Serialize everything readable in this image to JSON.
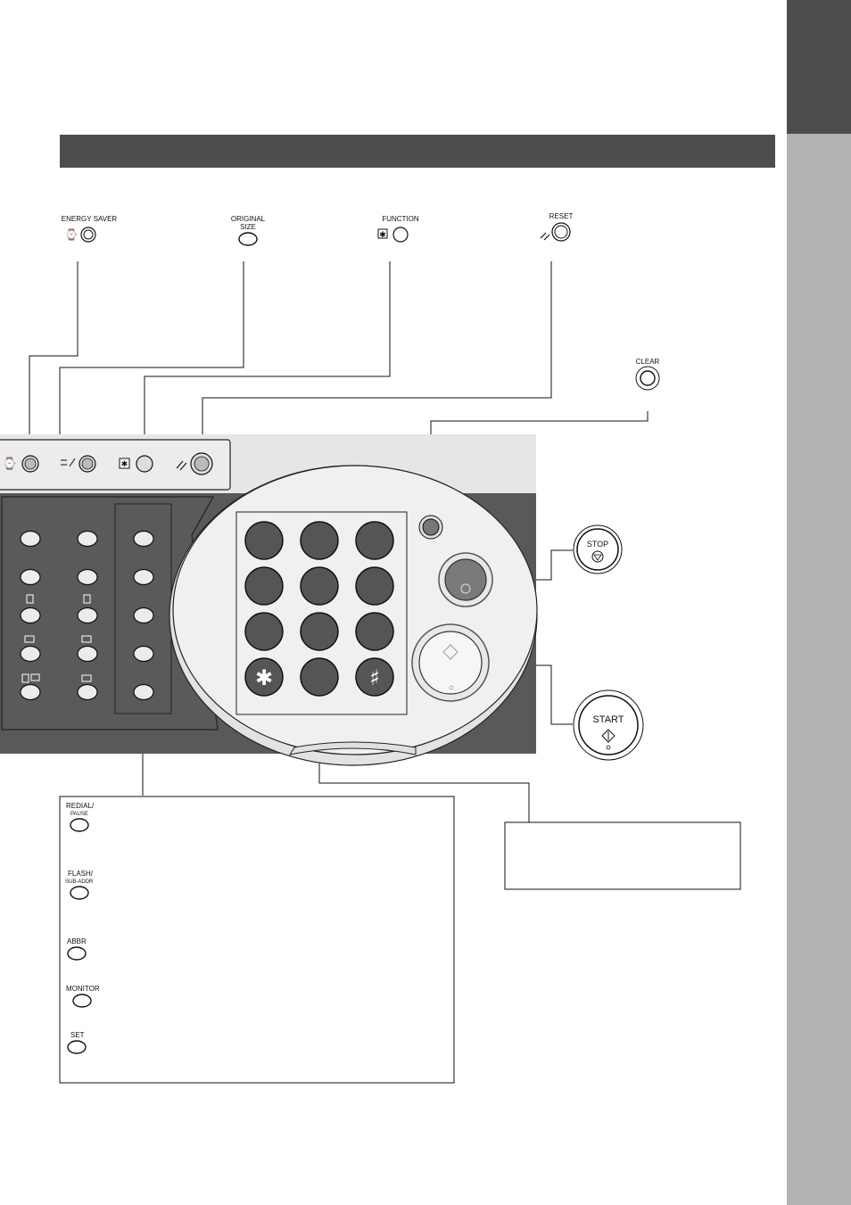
{
  "top_labels": {
    "energy_saver": "ENERGY SAVER",
    "original_size_line1": "ORIGINAL",
    "original_size_line2": "SIZE",
    "function": "FUNCTION",
    "reset": "RESET"
  },
  "clear_label": "CLEAR",
  "stop_label": "STOP",
  "start_label": "START",
  "inset_labels": {
    "redial_line1": "REDIAL/",
    "redial_line2": "PAUSE",
    "flash_line1": "FLASH/",
    "flash_line2": "SUB-ADDR",
    "abbr": "ABBR",
    "monitor": "MONITOR",
    "set": "SET"
  },
  "keypad": {
    "star": "✱",
    "hash": "♯"
  },
  "colors": {
    "side_tab_dark": "#4d4d4d",
    "side_tab_light": "#b3b3b3",
    "header_bar": "#4d4d4d",
    "panel_dark": "#595959",
    "oval_light": "#eeeeee",
    "key_dark": "#555555"
  }
}
